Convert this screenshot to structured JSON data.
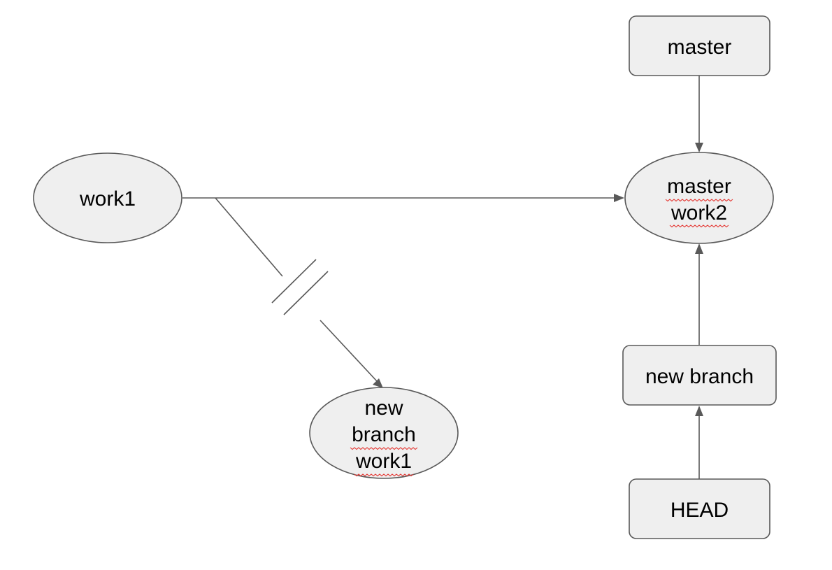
{
  "diagram": {
    "nodes": {
      "master_box": {
        "label": "master"
      },
      "work1_ellipse": {
        "label": "work1"
      },
      "master_work2_ellipse": {
        "line1": "master",
        "line2": "work2"
      },
      "new_branch_work1_ellipse": {
        "line1": "new",
        "line2": "branch",
        "line3": "work1"
      },
      "new_branch_box": {
        "label": "new branch"
      },
      "head_box": {
        "label": "HEAD"
      }
    },
    "edges": [
      {
        "from": "master",
        "to": "master work2"
      },
      {
        "from": "work1",
        "to": "master work2"
      },
      {
        "from": "work1",
        "to": "new branch work1",
        "style": "broken"
      },
      {
        "from": "new branch",
        "to": "master work2"
      },
      {
        "from": "HEAD",
        "to": "new branch"
      }
    ],
    "colors": {
      "node_fill": "#efefef",
      "stroke": "#595959",
      "text": "#000000",
      "spellcheck_underline": "#e53935"
    }
  }
}
